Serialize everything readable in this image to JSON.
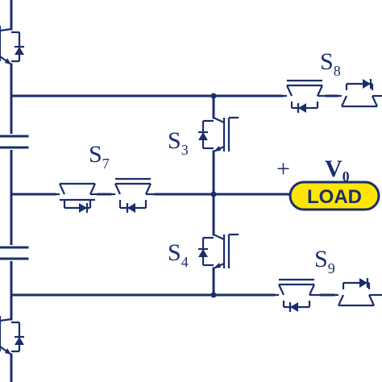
{
  "switches": {
    "s3": {
      "letter": "S",
      "sub": "3"
    },
    "s4": {
      "letter": "S",
      "sub": "4"
    },
    "s7": {
      "letter": "S",
      "sub": "7"
    },
    "s8": {
      "letter": "S",
      "sub": "8"
    },
    "s9": {
      "letter": "S",
      "sub": "9"
    }
  },
  "output": {
    "plus": "+",
    "voltage_letter": "V",
    "voltage_sub": "0",
    "load": "LOAD"
  },
  "colors": {
    "line": "#1a2e6c",
    "load_fill": "#ffe600",
    "background": "#ffffff"
  }
}
